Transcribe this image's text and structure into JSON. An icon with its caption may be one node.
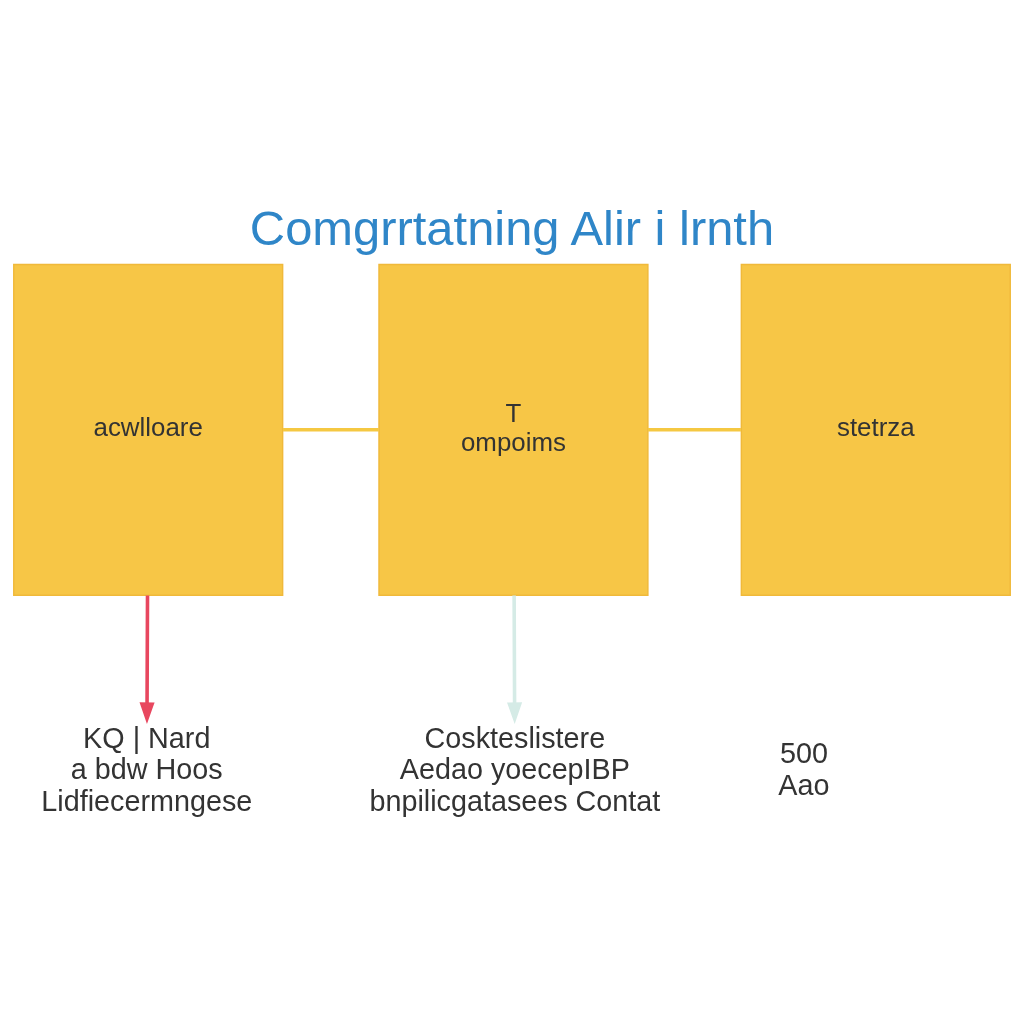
{
  "diagram": {
    "title": "Comgrrtatning Alir i lrnth",
    "nodes": [
      {
        "text": [
          "acwlloare"
        ]
      },
      {
        "text": [
          "T",
          "ompoims"
        ]
      },
      {
        "text": [
          "stetrza"
        ]
      },
      {
        "text": [
          "KQ | Nard",
          "a bdw Hoos",
          "Lidfiecermngese"
        ]
      },
      {
        "text": [
          "Coskteslistere",
          "Aedao yoecepIBP",
          "bnpilicgatasees Contat"
        ]
      },
      {
        "text": [
          "500",
          "Aao"
        ]
      }
    ],
    "edges": [
      {
        "from": 0,
        "to": 1,
        "arrow": "none",
        "color": "#f5c842"
      },
      {
        "from": 1,
        "to": 2,
        "arrow": "none",
        "color": "#f5c842"
      },
      {
        "from": 0,
        "to": 3,
        "arrow": "to",
        "color": "#e8475f"
      },
      {
        "from": 1,
        "to": 4,
        "arrow": "to",
        "color": "#d5ebe6"
      }
    ]
  }
}
